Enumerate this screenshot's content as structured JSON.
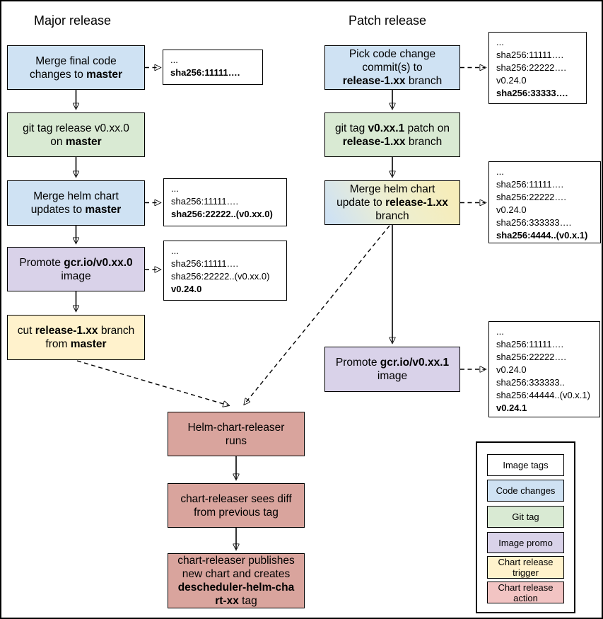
{
  "titles": {
    "major": "Major release",
    "patch": "Patch release"
  },
  "colors": {
    "code_changes": "#cfe2f3",
    "git_tag": "#d9ead3",
    "image_promo": "#d9d2e9",
    "chart_release_trigger": "#fff2cc",
    "chart_release_action": "#d9a49d",
    "image_tags": "#ffffff",
    "gradient_from": "#cfe2f3",
    "gradient_to": "#f6edba",
    "border": "#000000"
  },
  "flow_nodes": [
    {
      "id": "major-merge-final-code",
      "fill": "code_changes",
      "segments": [
        {
          "t": "Merge final code\nchanges to "
        },
        {
          "t": "master",
          "b": true
        }
      ]
    },
    {
      "id": "major-git-tag",
      "fill": "git_tag",
      "segments": [
        {
          "t": "git tag release v0.xx.0\non "
        },
        {
          "t": "master",
          "b": true
        }
      ]
    },
    {
      "id": "major-merge-helm-chart",
      "fill": "code_changes",
      "segments": [
        {
          "t": "Merge helm chart\nupdates to "
        },
        {
          "t": "master",
          "b": true
        }
      ]
    },
    {
      "id": "major-promote-image",
      "fill": "image_promo",
      "segments": [
        {
          "t": "Promote "
        },
        {
          "t": "gcr.io/v0.xx.0",
          "b": true
        },
        {
          "t": "\nimage"
        }
      ]
    },
    {
      "id": "major-cut-release-branch",
      "fill": "chart_release_trigger",
      "segments": [
        {
          "t": "cut "
        },
        {
          "t": "release-1.xx",
          "b": true
        },
        {
          "t": " branch\nfrom "
        },
        {
          "t": "master",
          "b": true
        }
      ]
    },
    {
      "id": "patch-pick-commits",
      "fill": "code_changes",
      "segments": [
        {
          "t": "Pick code change\ncommit(s) to\n"
        },
        {
          "t": "release-1.xx",
          "b": true
        },
        {
          "t": " branch"
        }
      ]
    },
    {
      "id": "patch-git-tag",
      "fill": "git_tag",
      "segments": [
        {
          "t": "git tag "
        },
        {
          "t": "v0.xx.1",
          "b": true
        },
        {
          "t": " patch on\n"
        },
        {
          "t": "release-1.xx",
          "b": true
        },
        {
          "t": " branch"
        }
      ]
    },
    {
      "id": "patch-merge-helm-chart",
      "fill": "gradient",
      "segments": [
        {
          "t": "Merge helm chart\nupdate to "
        },
        {
          "t": "release-1.xx",
          "b": true
        },
        {
          "t": "\nbranch"
        }
      ]
    },
    {
      "id": "patch-promote-image",
      "fill": "image_promo",
      "segments": [
        {
          "t": "Promote "
        },
        {
          "t": "gcr.io/v0.xx.1",
          "b": true
        },
        {
          "t": "\nimage"
        }
      ]
    },
    {
      "id": "releaser-runs",
      "fill": "chart_release_action",
      "segments": [
        {
          "t": "Helm-chart-releaser\nruns"
        }
      ]
    },
    {
      "id": "releaser-sees-diff",
      "fill": "chart_release_action",
      "segments": [
        {
          "t": "chart-releaser sees diff\nfrom previous tag"
        }
      ]
    },
    {
      "id": "releaser-publishes",
      "fill": "chart_release_action",
      "segments": [
        {
          "t": "chart-releaser publishes\nnew chart and creates\n"
        },
        {
          "t": "descheduler-helm-cha\nrt-xx",
          "b": true
        },
        {
          "t": " tag"
        }
      ]
    }
  ],
  "sha_boxes": [
    {
      "id": "major-sha-1",
      "lines": [
        {
          "t": "..."
        },
        {
          "t": "sha256:11111….",
          "b": true
        }
      ]
    },
    {
      "id": "major-sha-2",
      "lines": [
        {
          "t": "..."
        },
        {
          "t": "sha256:11111…."
        },
        {
          "t": "sha256:22222..(v0.xx.0)",
          "b": true
        }
      ]
    },
    {
      "id": "major-sha-3",
      "lines": [
        {
          "t": "..."
        },
        {
          "t": "sha256:11111…."
        },
        {
          "t": "sha256:22222..(v0.xx.0)"
        },
        {
          "t": "v0.24.0",
          "b": true
        }
      ]
    },
    {
      "id": "patch-sha-1",
      "lines": [
        {
          "t": "..."
        },
        {
          "t": "sha256:11111…."
        },
        {
          "t": "sha256:22222…."
        },
        {
          "t": "v0.24.0"
        },
        {
          "t": "sha256:33333….",
          "b": true
        }
      ]
    },
    {
      "id": "patch-sha-2",
      "lines": [
        {
          "t": "..."
        },
        {
          "t": "sha256:11111…."
        },
        {
          "t": "sha256:22222…."
        },
        {
          "t": "v0.24.0"
        },
        {
          "t": "sha256:333333…."
        },
        {
          "t": "sha256:4444..(v0.x.1)",
          "b": true
        }
      ]
    },
    {
      "id": "patch-sha-3",
      "lines": [
        {
          "t": "..."
        },
        {
          "t": "sha256:11111…."
        },
        {
          "t": "sha256:22222…."
        },
        {
          "t": "v0.24.0"
        },
        {
          "t": "sha256:333333.."
        },
        {
          "t": "sha256:44444..(v0.x.1)"
        },
        {
          "t": "v0.24.1",
          "b": true
        }
      ]
    }
  ],
  "legend": {
    "items": [
      {
        "id": "image-tags",
        "label": "Image tags",
        "color": "#ffffff"
      },
      {
        "id": "code-changes",
        "label": "Code changes",
        "color": "#cfe2f3"
      },
      {
        "id": "git-tag",
        "label": "Git tag",
        "color": "#d9ead3"
      },
      {
        "id": "image-promo",
        "label": "Image promo",
        "color": "#d9d2e9"
      },
      {
        "id": "chart-release-trigger",
        "label": "Chart release trigger",
        "color": "#fff2cc"
      },
      {
        "id": "chart-release-action",
        "label": "Chart release action",
        "color": "#f2c4c3"
      }
    ]
  }
}
